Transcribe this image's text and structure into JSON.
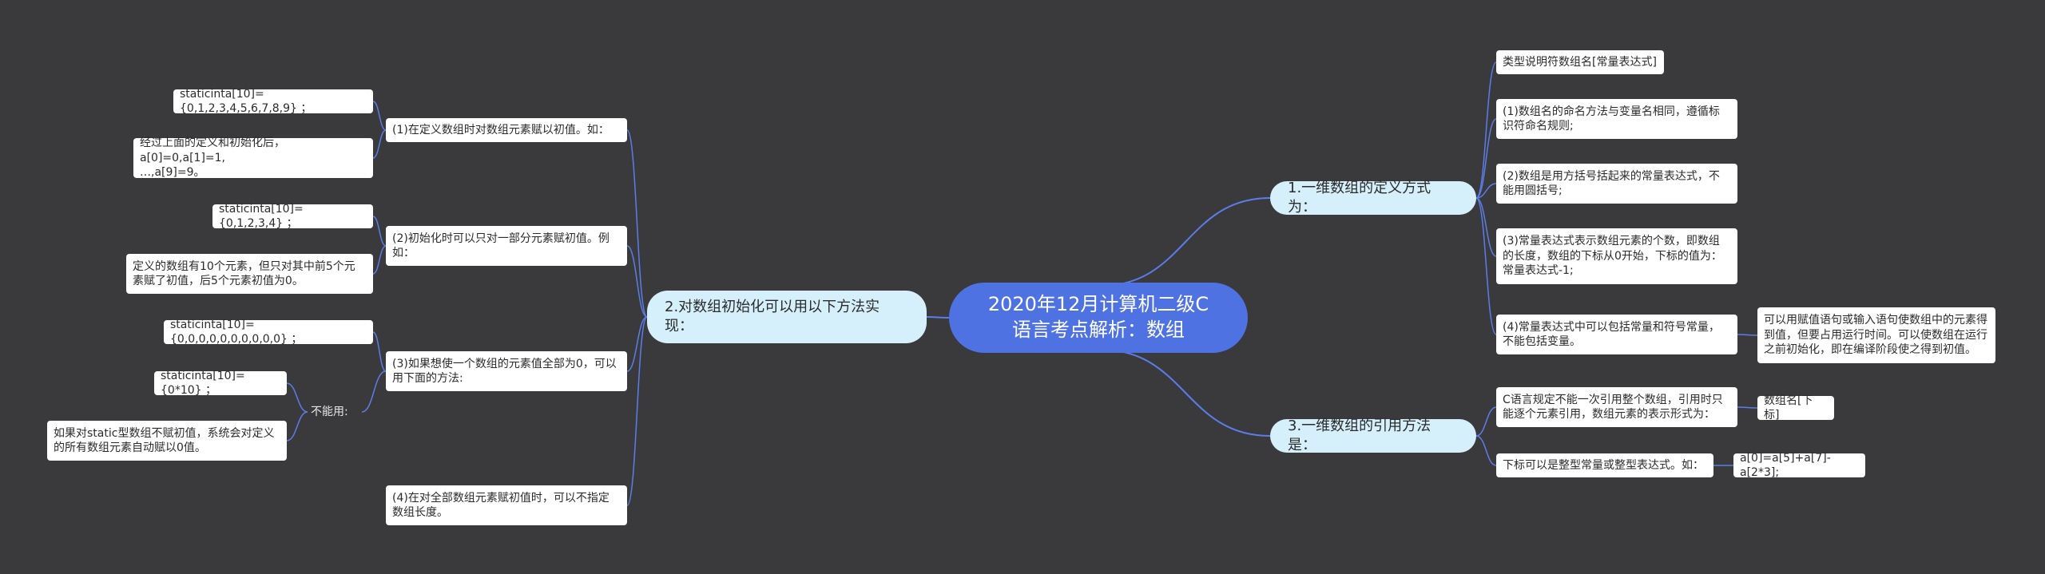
{
  "root": {
    "title": "2020年12月计算机二级C\n语言考点解析：数组"
  },
  "right": [
    {
      "label": "1.一维数组的定义方式为：",
      "children": [
        {
          "text": "类型说明符数组名[常量表达式]"
        },
        {
          "text": "(1)数组名的命名方法与变量名相同，遵循标\n识符命名规则;"
        },
        {
          "text": "(2)数组是用方括号括起来的常量表达式，不\n能用圆括号;"
        },
        {
          "text": "(3)常量表达式表示数组元素的个数，即数组\n的长度，数组的下标从0开始，下标的值为：\n常量表达式-1;"
        },
        {
          "text": "(4)常量表达式中可以包括常量和符号常量，\n不能包括变量。",
          "children": [
            {
              "text": "可以用赋值语句或输入语句使数组中的元素得\n到值，但要占用运行时间。可以使数组在运行\n之前初始化，即在编译阶段使之得到初值。"
            }
          ]
        }
      ]
    },
    {
      "label": "3.一维数组的引用方法是：",
      "children": [
        {
          "text": "C语言规定不能一次引用整个数组，引用时只\n能逐个元素引用，数组元素的表示形式为：",
          "children": [
            {
              "text": "数组名[下标]"
            }
          ]
        },
        {
          "text": "下标可以是整型常量或整型表达式。如：",
          "children": [
            {
              "text": "a[0]=a[5]+a[7]-a[2*3];"
            }
          ]
        }
      ]
    }
  ],
  "left": [
    {
      "label": "2.对数组初始化可以用以下方法实\n现：",
      "children": [
        {
          "text": "(1)在定义数组时对数组元素赋以初值。如：",
          "children": [
            {
              "text": "staticinta[10]={0,1,2,3,4,5,6,7,8,9}  ；"
            },
            {
              "text": "经过上面的定义和初始化后，a[0]=0,a[1]=1,\n…,a[9]=9。"
            }
          ]
        },
        {
          "text": "(2)初始化时可以只对一部分元素赋初值。例\n如：",
          "children": [
            {
              "text": "staticinta[10]={0,1,2,3,4}  ；"
            },
            {
              "text": "定义的数组有10个元素，但只对其中前5个元\n素赋了初值，后5个元素初值为0。"
            }
          ]
        },
        {
          "text": "(3)如果想使一个数组的元素值全部为0，可以\n用下面的方法:",
          "children": [
            {
              "text": "staticinta[10]={0,0,0,0,0,0,0,0,0,0}  ；"
            },
            {
              "text": "不能用:",
              "children": [
                {
                  "text": "staticinta[10]={0*10}  ；"
                },
                {
                  "text": "如果对static型数组不赋初值，系统会对定义\n的所有数组元素自动赋以0值。"
                }
              ]
            }
          ]
        },
        {
          "text": "(4)在对全部数组元素赋初值时，可以不指定\n数组长度。"
        }
      ]
    }
  ],
  "colors": {
    "background": "#3a3a3c",
    "root": "#4f72e3",
    "branch": "#d6f0fb",
    "leaf": "#ffffff",
    "edge": "#5b7de8"
  }
}
